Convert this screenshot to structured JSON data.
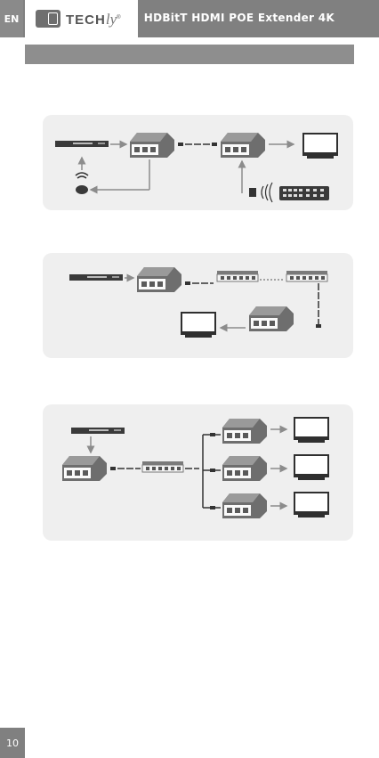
{
  "header": {
    "language": "EN",
    "logo": {
      "name": "TECHly",
      "mark_icon": "techly-logo-icon"
    },
    "title": "HDBitT HDMI POE Extender 4K"
  },
  "section_heading": "",
  "diagrams": [
    {
      "name": "point-to-point-with-ir-remote",
      "icons": [
        "media-player-icon",
        "extender-transmitter-icon",
        "extender-receiver-icon",
        "tv-icon",
        "ir-sensor-icon",
        "ir-receiver-icon",
        "remote-control-icon"
      ]
    },
    {
      "name": "cascade-via-switches",
      "icons": [
        "media-player-icon",
        "extender-transmitter-icon",
        "network-switch-icon",
        "extender-receiver-icon",
        "monitor-icon"
      ]
    },
    {
      "name": "one-to-many-via-switch",
      "icons": [
        "media-player-icon",
        "extender-transmitter-icon",
        "network-switch-icon",
        "extender-receiver-icon",
        "tv-icon"
      ]
    }
  ],
  "footer": {
    "page_number": "10"
  },
  "colors": {
    "header": "#808080",
    "panel": "#efefef",
    "line": "#8c8c8c"
  }
}
